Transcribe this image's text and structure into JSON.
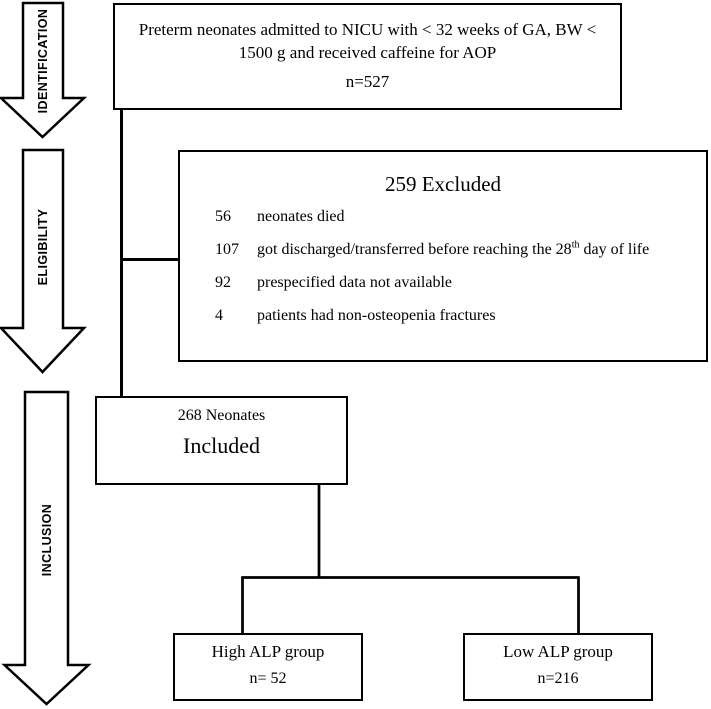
{
  "stages": {
    "identification": "IDENTIFICATION",
    "eligibility": "ELIGIBILITY",
    "inclusion": "INCLUSION"
  },
  "boxes": {
    "identification": {
      "line1": "Preterm neonates admitted to NICU with < 32 weeks of GA, BW <",
      "line2": "1500 g and received caffeine for AOP",
      "count": "n=527"
    },
    "excluded": {
      "title": "259 Excluded",
      "items": [
        {
          "count": "56",
          "text": "neonates died",
          "sup": "",
          "text2": ""
        },
        {
          "count": "107",
          "text": "got discharged/transferred before reaching the 28",
          "sup": "th",
          "text2": " day of life"
        },
        {
          "count": "92",
          "text": "prespecified data not available",
          "sup": "",
          "text2": ""
        },
        {
          "count": "4",
          "text": "patients had non-osteopenia fractures",
          "sup": "",
          "text2": ""
        }
      ]
    },
    "included": {
      "line1": "268 Neonates",
      "line2": "Included"
    },
    "high_alp": {
      "title": "High ALP group",
      "count": "n= 52"
    },
    "low_alp": {
      "title": "Low ALP group",
      "count": "n=216"
    }
  },
  "colors": {
    "line": "#000000",
    "background": "#ffffff"
  }
}
